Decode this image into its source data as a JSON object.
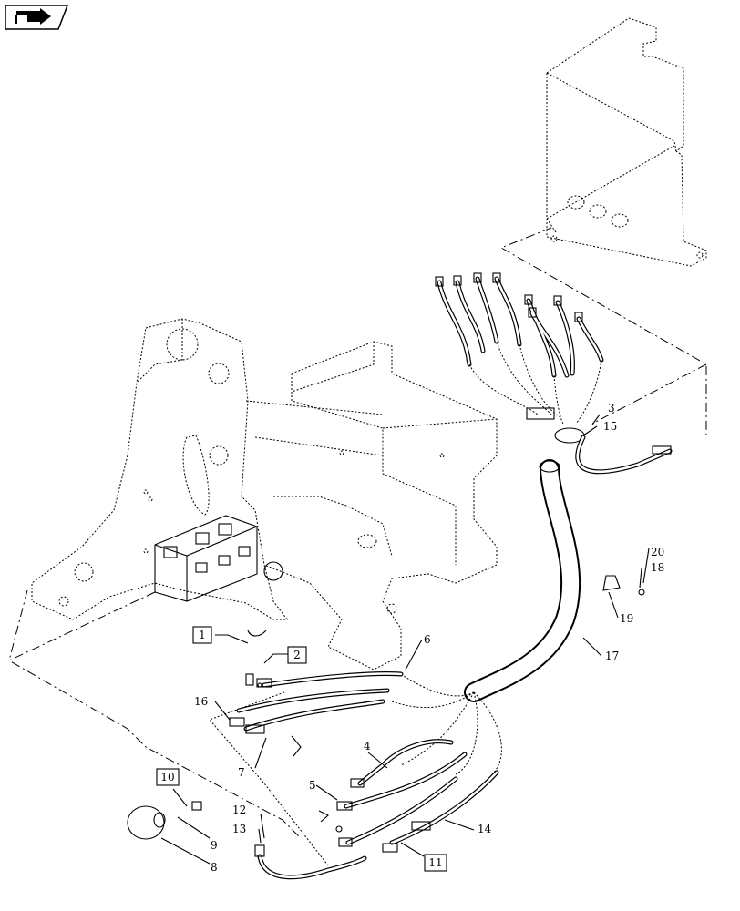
{
  "nav": {
    "icon": "next-page-arrow-icon"
  },
  "callouts": {
    "c1": "1",
    "c2": "2",
    "c3": "3",
    "c4": "4",
    "c5": "5",
    "c6": "6",
    "c7": "7",
    "c8": "8",
    "c9": "9",
    "c10": "10",
    "c11": "11",
    "c12": "12",
    "c13": "13",
    "c14": "14",
    "c15": "15",
    "c16": "16",
    "c17": "17",
    "c18": "18",
    "c19": "19",
    "c20": "20"
  }
}
